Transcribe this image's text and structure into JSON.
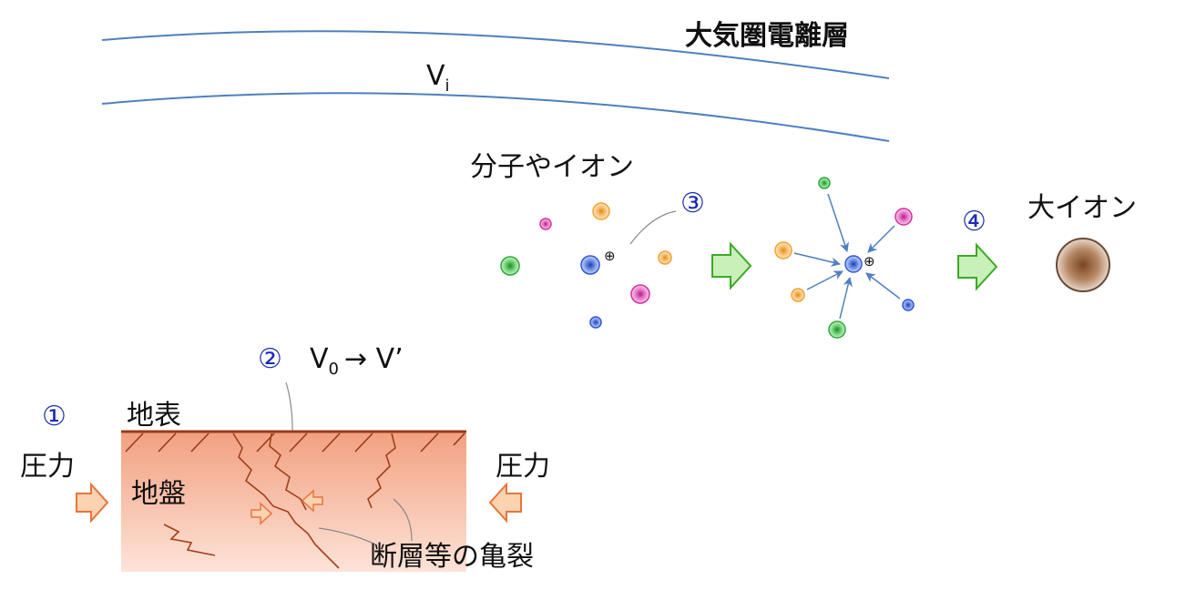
{
  "labels": {
    "ionosphere": "大気圏電離層",
    "vi_main": "V",
    "vi_sub": "i",
    "molecules_ions": "分子やイオン",
    "large_ion": "大イオン",
    "v0_main": "V",
    "v0_sub": "0",
    "v0_arrow": "→ V’",
    "surface": "地表",
    "ground": "地盤",
    "pressure_left": "圧力",
    "pressure_right": "圧力",
    "cracks": "断層等の亀裂",
    "plus": "⊕"
  },
  "steps": {
    "one": "①",
    "two": "②",
    "three": "③",
    "four": "④"
  },
  "colors": {
    "ionosphere_line": "#4f7fbf",
    "ground_top": "#f0a080",
    "ground_bottom": "#fde0d4",
    "surface_line": "#9a3a1a",
    "crack": "#a0401a",
    "push_arrow_fill": "#fbd3b0",
    "push_arrow_stroke": "#e8743c",
    "flow_arrow_fill": "#c8f0b8",
    "flow_arrow_stroke": "#3caa28",
    "step_number": "#1a2bb3",
    "particle_blue": "#2d56d8",
    "particle_green": "#2aa838",
    "particle_pink": "#d42ea0",
    "particle_orange": "#f0a030",
    "large_ion": "#8a5a3a"
  }
}
